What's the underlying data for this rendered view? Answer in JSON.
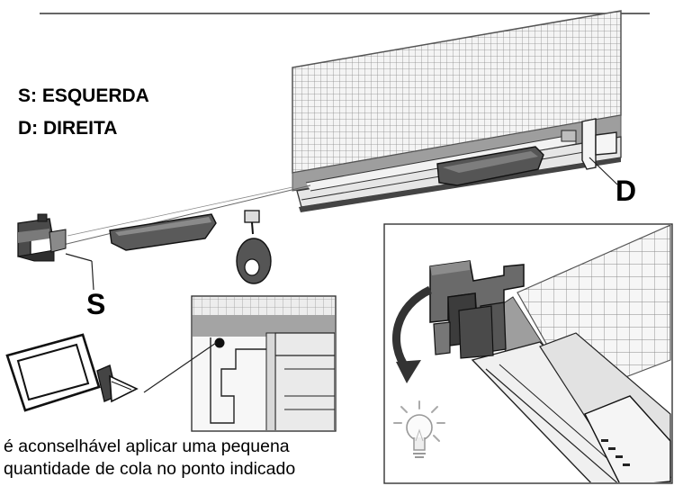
{
  "legend": {
    "left_side": "S: ESQUERDA",
    "right_side": "D: DIREITA"
  },
  "markers": {
    "right": "D",
    "left": "S"
  },
  "note": {
    "line1": "é aconselhável aplicar uma pequena",
    "line2": "quantidade de cola no ponto indicado"
  },
  "icons": [
    "arrow-rotate-icon",
    "lightbulb-icon",
    "glue-tube-icon"
  ]
}
